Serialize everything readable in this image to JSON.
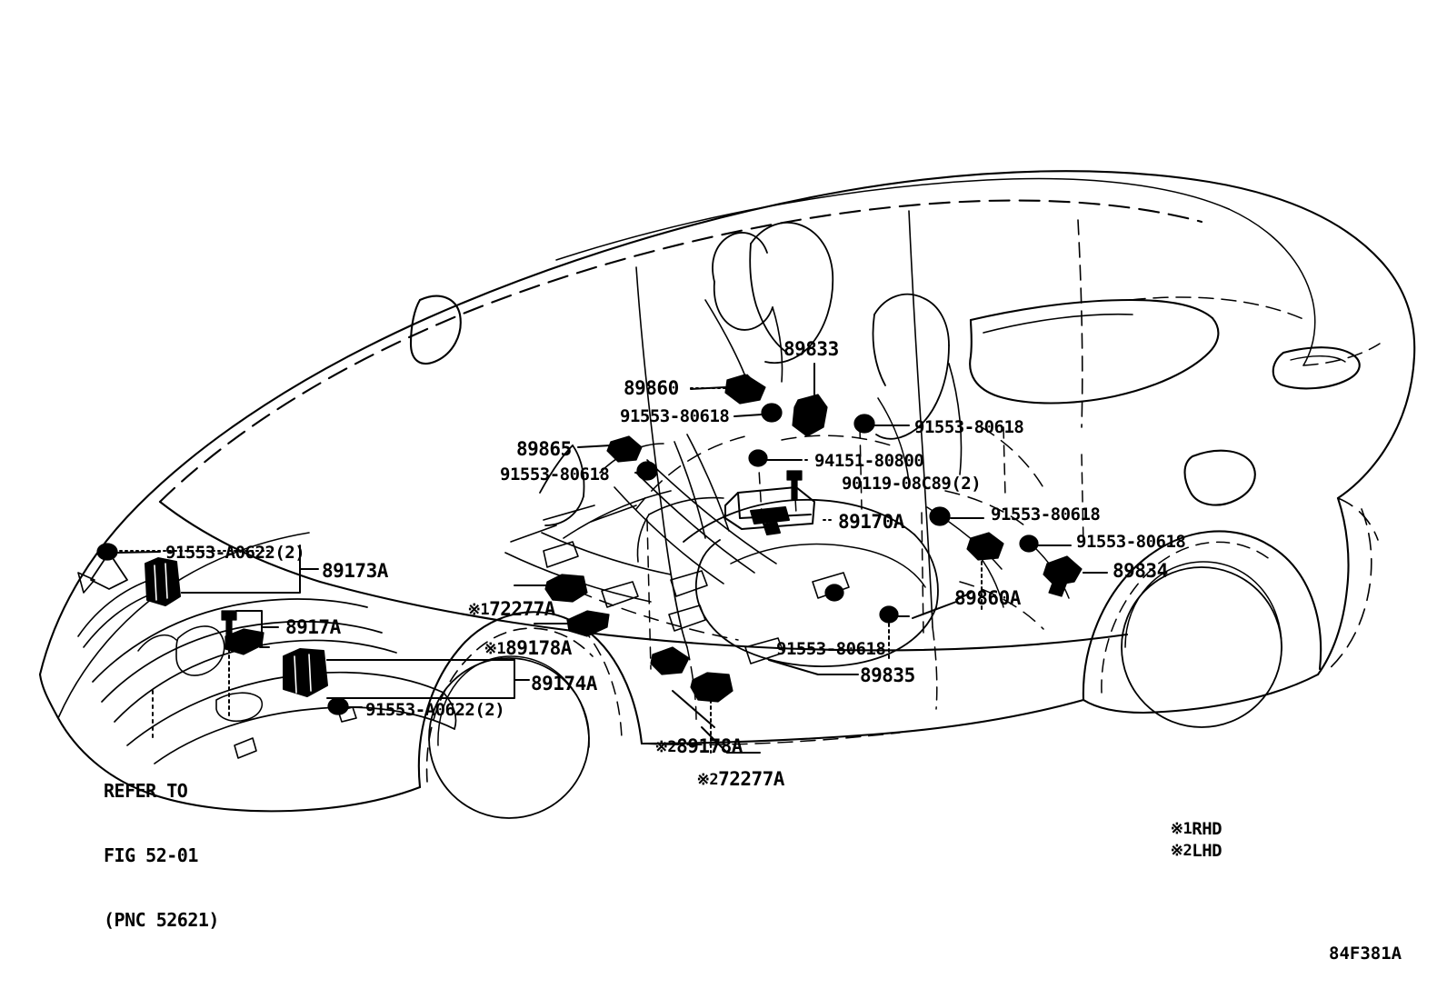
{
  "diagram": {
    "figure_code": "84F381A",
    "reference_note": {
      "line1": "REFER TO",
      "line2": "FIG 52-01",
      "line3": "(PNC 52621)"
    },
    "legend": [
      {
        "mark": "※1",
        "text": "RHD"
      },
      {
        "mark": "※2",
        "text": "LHD"
      }
    ],
    "callouts": [
      {
        "id": "c01",
        "text": "89833",
        "kind": "part"
      },
      {
        "id": "c02",
        "text": "89860",
        "kind": "part"
      },
      {
        "id": "c03",
        "text": "91553-80618",
        "kind": "bolt"
      },
      {
        "id": "c04",
        "text": "91553-80618",
        "kind": "bolt"
      },
      {
        "id": "c05",
        "text": "89865",
        "kind": "part"
      },
      {
        "id": "c06",
        "text": "91553-80618",
        "kind": "bolt"
      },
      {
        "id": "c07",
        "text": "94151-80800",
        "kind": "bolt"
      },
      {
        "id": "c08",
        "text": "90119-08C89(2)",
        "kind": "bolt"
      },
      {
        "id": "c09",
        "text": "89170A",
        "kind": "part"
      },
      {
        "id": "c10",
        "text": "91553-80618",
        "kind": "bolt"
      },
      {
        "id": "c11",
        "text": "91553-80618",
        "kind": "bolt"
      },
      {
        "id": "c12",
        "text": "89834",
        "kind": "part"
      },
      {
        "id": "c13",
        "text": "89860A",
        "kind": "part"
      },
      {
        "id": "c14",
        "text": "91553-80618",
        "kind": "bolt"
      },
      {
        "id": "c15",
        "text": "89835",
        "kind": "part"
      },
      {
        "id": "c16",
        "text": "91553-A0622(2)",
        "kind": "bolt"
      },
      {
        "id": "c17",
        "text": "89173A",
        "kind": "part"
      },
      {
        "id": "c18",
        "text": "8917A",
        "kind": "part"
      },
      {
        "id": "c19",
        "text": "89174A",
        "kind": "part"
      },
      {
        "id": "c20",
        "text": "91553-A0622(2)",
        "kind": "bolt"
      },
      {
        "id": "c21",
        "mark": "※1",
        "text": "72277A",
        "kind": "part"
      },
      {
        "id": "c22",
        "mark": "※1",
        "text": "89178A",
        "kind": "part"
      },
      {
        "id": "c23",
        "mark": "※2",
        "text": "89178A",
        "kind": "part"
      },
      {
        "id": "c24",
        "mark": "※2",
        "text": "72277A",
        "kind": "part"
      }
    ]
  }
}
